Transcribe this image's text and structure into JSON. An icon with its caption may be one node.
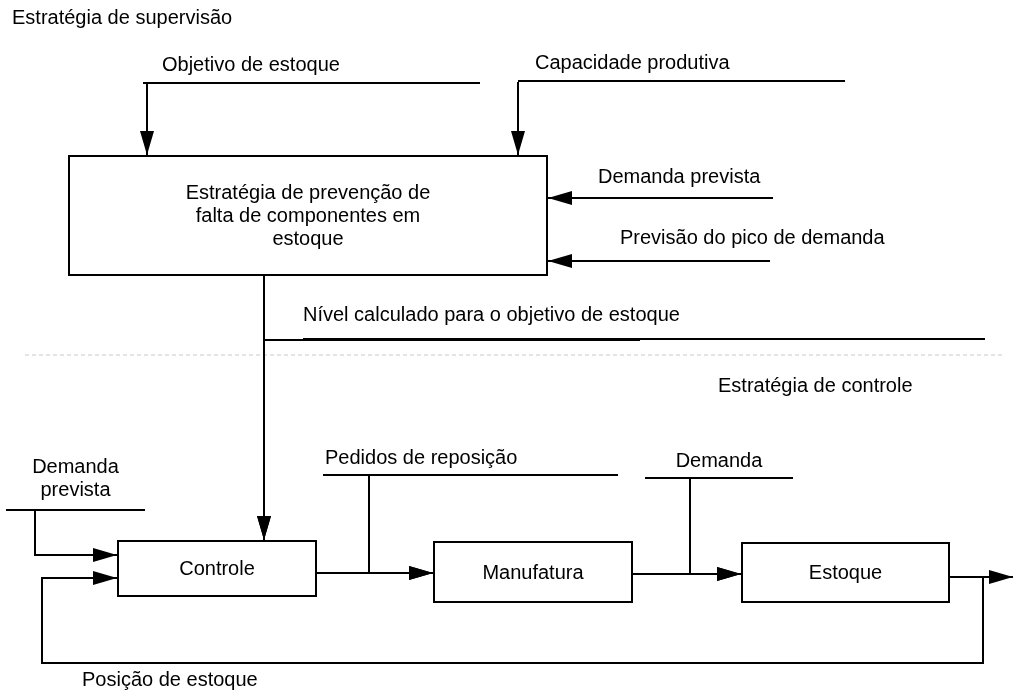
{
  "diagram": {
    "nodes": [
      {
        "text": [
          "Estratégia de prevenção  de falta de componentes em estoque"
        ]
      },
      {
        "text": [
          "Controle"
        ]
      },
      {
        "text": [
          "Manufatura"
        ]
      },
      {
        "text": [
          "Estoque"
        ]
      },
      {
        "text": [
          "Objetivo de estoque"
        ]
      },
      {
        "text": [
          "Capacidade produtiva"
        ]
      },
      {
        "text": [
          "Demanda prevista"
        ]
      },
      {
        "text": [
          "Previsão do pico de demanda"
        ]
      },
      {
        "text": [
          "Nível calculado para o objetivo de estoque"
        ]
      },
      {
        "text": [
          "Demanda prevista"
        ]
      },
      {
        "text": [
          "Pedidos de reposição"
        ]
      },
      {
        "text": [
          "Demanda"
        ]
      }
    ],
    "edges": [
      {
        "from": 4,
        "to": 0,
        "arrow": "to"
      },
      {
        "from": 5,
        "to": 0,
        "arrow": "to"
      },
      {
        "from": 6,
        "to": 0,
        "arrow": "to"
      },
      {
        "from": 7,
        "to": 0,
        "arrow": "to"
      },
      {
        "from": 0,
        "to": 1,
        "arrow": "to"
      },
      {
        "from": 8,
        "to": 1,
        "arrow": "to"
      },
      {
        "from": 9,
        "to": 1,
        "arrow": "to"
      },
      {
        "from": 1,
        "to": 2,
        "arrow": "to"
      },
      {
        "from": 10,
        "to": 2,
        "arrow": "to"
      },
      {
        "from": 2,
        "to": 3,
        "arrow": "to"
      },
      {
        "from": 11,
        "to": 3,
        "arrow": "to"
      },
      {
        "from": 3,
        "to": null,
        "arrow": "to"
      },
      {
        "from": 3,
        "to": 1,
        "arrow": "to",
        "label": "Posição de estoque"
      }
    ],
    "labels": [
      "Estratégia de supervisão",
      "Estratégia de controle"
    ]
  }
}
